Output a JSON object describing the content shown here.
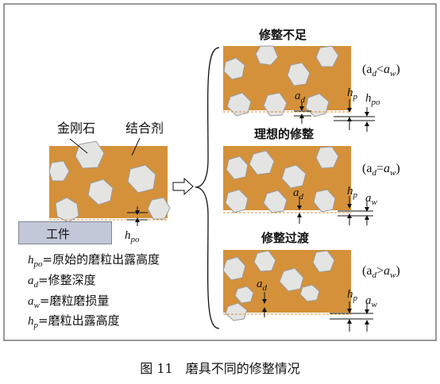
{
  "labels": {
    "diamond": "金刚石",
    "bond": "结合剂",
    "workpiece": "工件",
    "h_po": "h",
    "h_po_sub": "po"
  },
  "panels": [
    {
      "title": "修整不足",
      "relation": "(a",
      "rel_sub": "d",
      "rel_op": "<",
      "rel_rhs": "a",
      "rel_rhs_sub": "w",
      "close": ")"
    },
    {
      "title": "理想的修整",
      "relation": "(a",
      "rel_sub": "d",
      "rel_op": "=",
      "rel_rhs": "a",
      "rel_rhs_sub": "w",
      "close": ")"
    },
    {
      "title": "修整过渡",
      "relation": "(a",
      "rel_sub": "d",
      "rel_op": ">",
      "rel_rhs": "a",
      "rel_rhs_sub": "w",
      "close": ")"
    }
  ],
  "symbols": {
    "a": "a",
    "d": "d",
    "h": "h",
    "p": "p",
    "po": "po",
    "w": "w"
  },
  "legend": [
    {
      "sym": "h",
      "sub": "po",
      "text": "=原始的磨粒出露高度"
    },
    {
      "sym": "a",
      "sub": "d",
      "text": "=修整深度"
    },
    {
      "sym": "a",
      "sub": "w",
      "text": "=磨粒磨损量"
    },
    {
      "sym": "h",
      "sub": "p",
      "text": "=磨粒出露高度"
    }
  ],
  "caption": "图 11　磨具不同的修整情况",
  "colors": {
    "bond": "#d4913a",
    "grain": "#e4e4e2",
    "grain_stroke": "#9a9a9a",
    "workpiece": "#c3c8d8"
  }
}
